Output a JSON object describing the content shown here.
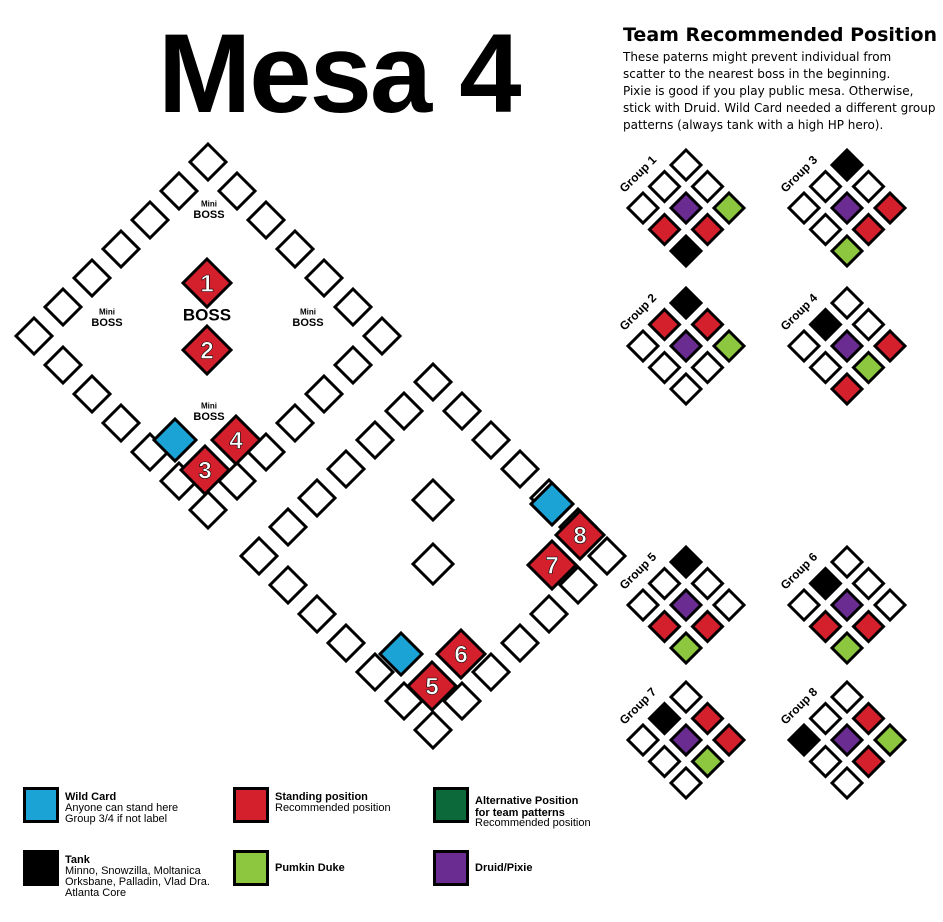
{
  "title": "Mesa 4",
  "team": {
    "heading": "Team Recommended Position",
    "description_lines": [
      "These paterns might prevent individual from",
      "scatter to the nearest boss in the beginning.",
      "Pixie is good if you play public mesa. Otherwise,",
      "stick with Druid. Wild Card needed a different group",
      "patterns (always tank with a high HP hero)."
    ]
  },
  "colors": {
    "wild_card": "#1ba3d6",
    "standing": "#d4202c",
    "alternative": "#0c6a3a",
    "tank": "#000000",
    "pumpkin": "#8dc63f",
    "druid": "#6a2c91",
    "empty": "#ffffff"
  },
  "map1": {
    "boss_label": "BOSS",
    "mini_boss": {
      "small": "Mini",
      "big": "BOSS"
    },
    "numbered_positions": [
      "1",
      "2",
      "3",
      "4"
    ]
  },
  "map2": {
    "numbered_positions": [
      "5",
      "6",
      "7",
      "8"
    ]
  },
  "groups": [
    {
      "label": "Group 1",
      "cells": [
        "empty",
        "empty",
        "empty",
        "empty",
        "druid",
        "pumpkin",
        "standing",
        "standing",
        "tank"
      ]
    },
    {
      "label": "Group 2",
      "cells": [
        "tank",
        "standing",
        "standing",
        "empty",
        "druid",
        "pumpkin",
        "empty",
        "empty",
        "empty"
      ]
    },
    {
      "label": "Group 3",
      "cells": [
        "tank",
        "empty",
        "empty",
        "empty",
        "druid",
        "standing",
        "empty",
        "standing",
        "pumpkin"
      ]
    },
    {
      "label": "Group 4",
      "cells": [
        "empty",
        "tank",
        "empty",
        "empty",
        "druid",
        "standing",
        "empty",
        "pumpkin",
        "standing"
      ]
    },
    {
      "label": "Group 5",
      "cells": [
        "tank",
        "empty",
        "empty",
        "empty",
        "druid",
        "empty",
        "standing",
        "standing",
        "pumpkin"
      ]
    },
    {
      "label": "Group 6",
      "cells": [
        "empty",
        "tank",
        "empty",
        "empty",
        "druid",
        "empty",
        "standing",
        "standing",
        "pumpkin"
      ]
    },
    {
      "label": "Group 7",
      "cells": [
        "empty",
        "tank",
        "standing",
        "empty",
        "druid",
        "standing",
        "empty",
        "pumpkin",
        "empty"
      ]
    },
    {
      "label": "Group 8",
      "cells": [
        "empty",
        "empty",
        "standing",
        "tank",
        "druid",
        "pumpkin",
        "empty",
        "standing",
        "empty"
      ]
    }
  ],
  "legend": {
    "wild_card": {
      "title": "Wild Card",
      "desc": [
        "Anyone can stand here",
        "Group 3/4 if not label"
      ]
    },
    "standing": {
      "title": "Standing position",
      "desc": [
        "Recommended position"
      ]
    },
    "alternative": {
      "title": "Alternative Position",
      "title2": "for team patterns",
      "desc": [
        "Recommended position"
      ]
    },
    "tank": {
      "title": "Tank",
      "desc": [
        "Minno, Snowzilla, Moltanica",
        "Orksbane, Palladin, Vlad Dra.",
        "Atlanta Core"
      ]
    },
    "pumpkin": {
      "title": "Pumkin Duke",
      "desc": []
    },
    "druid": {
      "title": "Druid/Pixie",
      "desc": []
    }
  }
}
